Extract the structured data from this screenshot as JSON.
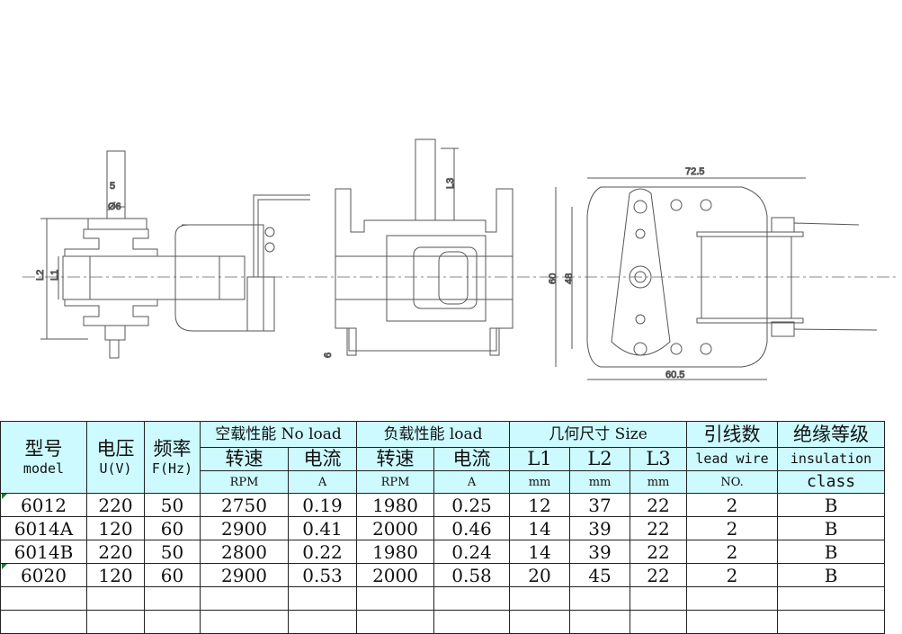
{
  "drawing": {
    "dims": {
      "shaft_flat": "5",
      "shaft_dia": "Ø6",
      "l1": "L1",
      "l2": "L2",
      "l3": "L3",
      "pin": "6",
      "width_top": "72.5",
      "height_outer": "60",
      "height_inner": "48",
      "width_bottom": "60.5"
    }
  },
  "table": {
    "headers": {
      "model_cn": "型号",
      "model_en": "model",
      "voltage_cn": "电压",
      "voltage_en": "U(V)",
      "freq_cn": "频率",
      "freq_en": "F(Hz)",
      "noload": "空载性能 No load",
      "load": "负载性能 load",
      "size": "几何尺寸 Size",
      "leads_cn": "引线数",
      "insul_cn": "绝缘等级",
      "speed_cn": "转速",
      "current_cn": "电流",
      "l1": "L1",
      "l2": "L2",
      "l3": "L3",
      "leads_en": "lead wire",
      "insul_en": "insulation",
      "rpm": "RPM",
      "amp": "A",
      "mm": "mm",
      "no": "NO.",
      "class": "class"
    },
    "rows": [
      {
        "model": "6012",
        "v": "220",
        "f": "50",
        "nl_rpm": "2750",
        "nl_a": "0.19",
        "l_rpm": "1980",
        "l_a": "0.25",
        "l1": "12",
        "l2": "37",
        "l3": "22",
        "leads": "2",
        "ins": "B"
      },
      {
        "model": "6014A",
        "v": "120",
        "f": "60",
        "nl_rpm": "2900",
        "nl_a": "0.41",
        "l_rpm": "2000",
        "l_a": "0.46",
        "l1": "14",
        "l2": "39",
        "l3": "22",
        "leads": "2",
        "ins": "B"
      },
      {
        "model": "6014B",
        "v": "220",
        "f": "50",
        "nl_rpm": "2800",
        "nl_a": "0.22",
        "l_rpm": "1980",
        "l_a": "0.24",
        "l1": "14",
        "l2": "39",
        "l3": "22",
        "leads": "2",
        "ins": "B"
      },
      {
        "model": "6020",
        "v": "120",
        "f": "60",
        "nl_rpm": "2900",
        "nl_a": "0.53",
        "l_rpm": "2000",
        "l_a": "0.58",
        "l1": "20",
        "l2": "45",
        "l3": "22",
        "leads": "2",
        "ins": "B"
      }
    ]
  }
}
